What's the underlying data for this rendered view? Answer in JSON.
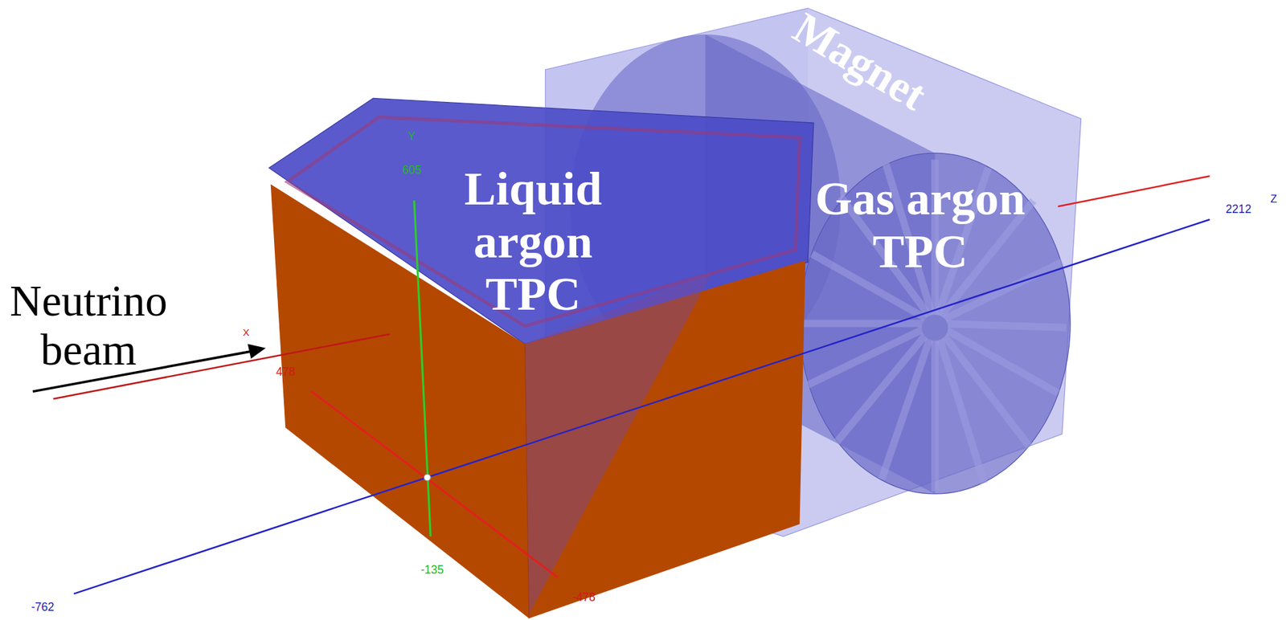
{
  "diagram": {
    "labels": [
      "Magnet",
      "Y",
      "605",
      "Liquid argon TPC",
      "Gas argon TPC",
      "Neutrino beam",
      "X",
      "478",
      "2212",
      "Z",
      "-135",
      "-478",
      "-762"
    ]
  }
}
